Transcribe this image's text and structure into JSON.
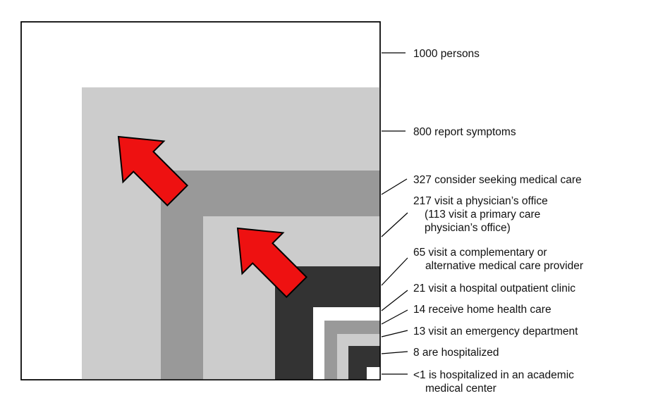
{
  "colors": {
    "background": "#ffffff",
    "outline": "#000000",
    "light_gray": "#cccccc",
    "medium_gray": "#999999",
    "dark_gray": "#333333",
    "white": "#ffffff",
    "arrow_fill": "#ee1111",
    "text": "#111111"
  },
  "levels": [
    {
      "count": 1000,
      "text": [
        "1000 persons"
      ]
    },
    {
      "count": 800,
      "text": [
        "800 report symptoms"
      ]
    },
    {
      "count": 327,
      "text": [
        "327 consider seeking medical care"
      ]
    },
    {
      "count": 217,
      "text": [
        "217 visit a physician’s office",
        "(113 visit a primary care",
        "physician’s office)"
      ]
    },
    {
      "count": 65,
      "text": [
        "65 visit a complementary or",
        "alternative medical care provider"
      ]
    },
    {
      "count": 21,
      "text": [
        "21 visit a hospital outpatient clinic"
      ]
    },
    {
      "count": 14,
      "text": [
        "14 receive home health care"
      ]
    },
    {
      "count": 13,
      "text": [
        "13 visit an emergency department"
      ]
    },
    {
      "count": 8,
      "text": [
        "8 are hospitalized"
      ]
    },
    {
      "count": "<1",
      "text": [
        "<1 is hospitalized in an academic",
        "medical center"
      ]
    }
  ],
  "arrows": [
    {
      "direction": "up-left",
      "color": "red"
    },
    {
      "direction": "up-left",
      "color": "red"
    }
  ]
}
